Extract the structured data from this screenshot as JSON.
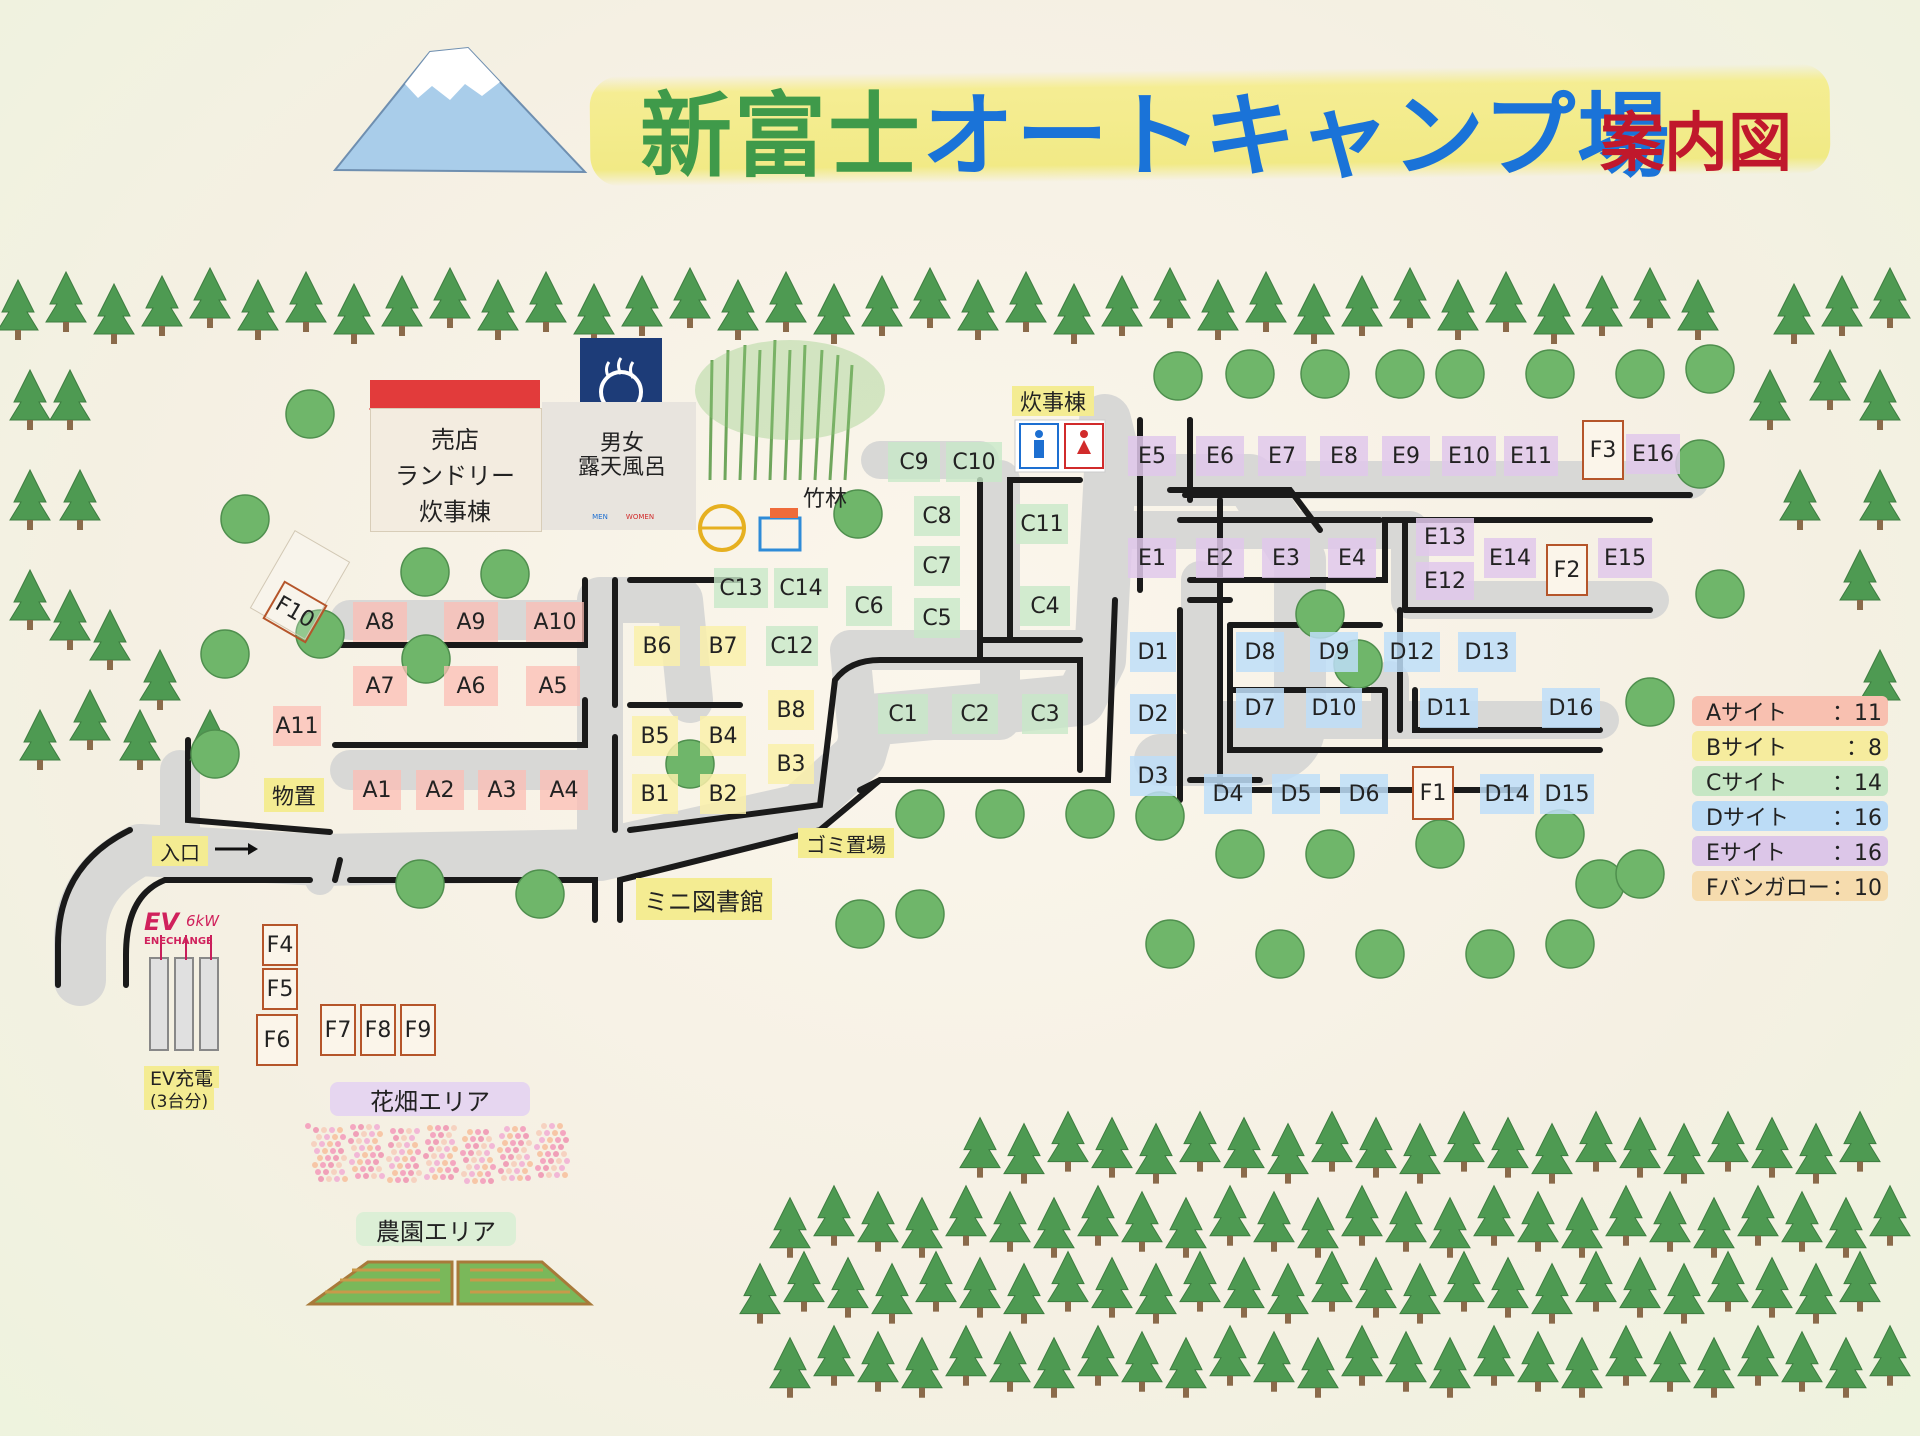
{
  "title": {
    "parts": [
      {
        "text": "新富士",
        "color": "#3f9a4a"
      },
      {
        "text": "オートキャンプ場",
        "color": "#1a73d8"
      }
    ],
    "sub": "案内図"
  },
  "facilities": {
    "shop": [
      "売店",
      "ランドリー",
      "炊事棟"
    ],
    "bath": [
      "男女",
      "露天風呂"
    ],
    "bamboo": "竹林",
    "kitchen": "炊事棟",
    "storage": "物置",
    "entrance": "入口",
    "garbage": "ゴミ置場",
    "library": "ミニ図書館",
    "ev_charge": [
      "EV充電",
      "(3台分)"
    ],
    "ev_brand": {
      "ev": "EV",
      "kw": "6kW",
      "name": "ENECHANGE"
    },
    "flower": "花畑エリア",
    "farm": "農園エリア",
    "toilet_men": "MEN",
    "toilet_women": "WOMEN"
  },
  "sites": {
    "A": [
      "A1",
      "A2",
      "A3",
      "A4",
      "A5",
      "A6",
      "A7",
      "A8",
      "A9",
      "A10",
      "A11"
    ],
    "B": [
      "B1",
      "B2",
      "B3",
      "B4",
      "B5",
      "B6",
      "B7",
      "B8"
    ],
    "C": [
      "C1",
      "C2",
      "C3",
      "C4",
      "C5",
      "C6",
      "C7",
      "C8",
      "C9",
      "C10",
      "C11",
      "C12",
      "C13",
      "C14"
    ],
    "D": [
      "D1",
      "D2",
      "D3",
      "D4",
      "D5",
      "D6",
      "D7",
      "D8",
      "D9",
      "D10",
      "D11",
      "D12",
      "D13",
      "D14",
      "D15",
      "D16"
    ],
    "E": [
      "E1",
      "E2",
      "E3",
      "E4",
      "E5",
      "E6",
      "E7",
      "E8",
      "E9",
      "E10",
      "E11",
      "E12",
      "E13",
      "E14",
      "E15",
      "E16"
    ],
    "F": [
      "F1",
      "F2",
      "F3",
      "F4",
      "F5",
      "F6",
      "F7",
      "F8",
      "F9",
      "F10"
    ]
  },
  "legend": [
    {
      "label": "Aサイト",
      "count": "：11",
      "color": "#f8c0b0"
    },
    {
      "label": "Bサイト",
      "count": "：8",
      "color": "#f6ec9e"
    },
    {
      "label": "Cサイト",
      "count": "：14",
      "color": "#c6e6c4"
    },
    {
      "label": "Dサイト",
      "count": "：16",
      "color": "#bcdcf6"
    },
    {
      "label": "Eサイト",
      "count": "：16",
      "color": "#dcc6e8"
    },
    {
      "label": "Fバンガロー",
      "count": "：10",
      "color": "#f6dcae"
    }
  ],
  "colors": {
    "road": "#d8d8d6",
    "road_edge": "#1a1a1a",
    "tree_dark": "#4e9a52",
    "tree_round": "#6fb66a",
    "trunk": "#8a6a4a"
  }
}
